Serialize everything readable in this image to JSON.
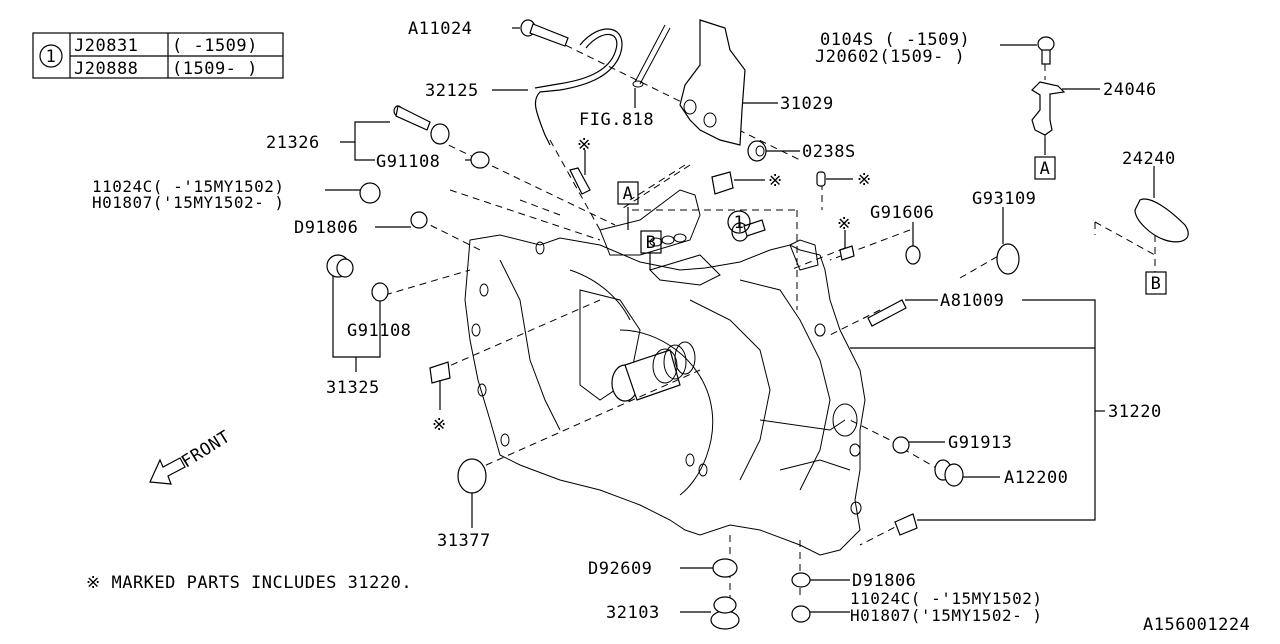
{
  "diagram": {
    "title": "Transmission case parts diagram",
    "accent_color": "#000000",
    "background_color": "#ffffff",
    "legend_table": {
      "ref_symbol": "1",
      "rows": [
        {
          "part": "J20831",
          "range": "(  -1509)"
        },
        {
          "part": "J20888",
          "range": "(1509-  )"
        }
      ]
    },
    "callouts": {
      "a11024": "A11024",
      "p32125": "32125",
      "fig818": "FIG.818",
      "p31029": "31029",
      "p0238s": "0238S",
      "p0104s": "0104S  ( -1509)",
      "j20602": "J20602(1509- )",
      "p24046": "24046",
      "p24240": "24240",
      "p21326": "21326",
      "g91108_top": "G91108",
      "p11024c_top": "11024C( -'15MY1502)",
      "h01807_top": "H01807('15MY1502- )",
      "d91806_top": "D91806",
      "g91606": "G91606",
      "g93109": "G93109",
      "a81009": "A81009",
      "g91108_mid": "G91108",
      "p31325": "31325",
      "p31220": "31220",
      "g91913": "G91913",
      "a12200": "A12200",
      "p31377": "31377",
      "d92609": "D92609",
      "p32103": "32103",
      "d91806_bot": "D91806",
      "p11024c_bot": "11024C( -'15MY1502)",
      "h01807_bot": "H01807('15MY1502- )"
    },
    "ref_markers": {
      "a_top": "A",
      "b_top": "B",
      "a_right": "A",
      "b_right": "B",
      "circle_one": "1"
    },
    "asterisk_mark": "※",
    "front_label": "FRONT",
    "footnote": "※ MARKED PARTS INCLUDES 31220.",
    "diagram_code": "A156001224"
  }
}
